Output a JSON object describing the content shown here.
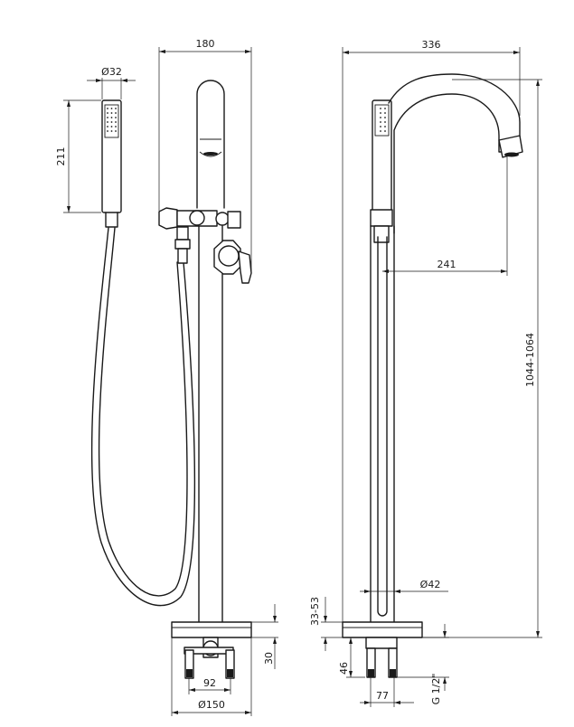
{
  "dimensions": {
    "d_hand_shower": "Ø32",
    "h_hand_shower": "211",
    "w_front": "180",
    "w_side": "336",
    "reach": "241",
    "h_total": "1044-1064",
    "d_column": "Ø42",
    "h_base_adjust": "33-53",
    "h_base": "30",
    "w_legs": "92",
    "d_base": "Ø150",
    "h_legs": "46",
    "w_side_legs": "77",
    "thread": "G 1/2\""
  }
}
